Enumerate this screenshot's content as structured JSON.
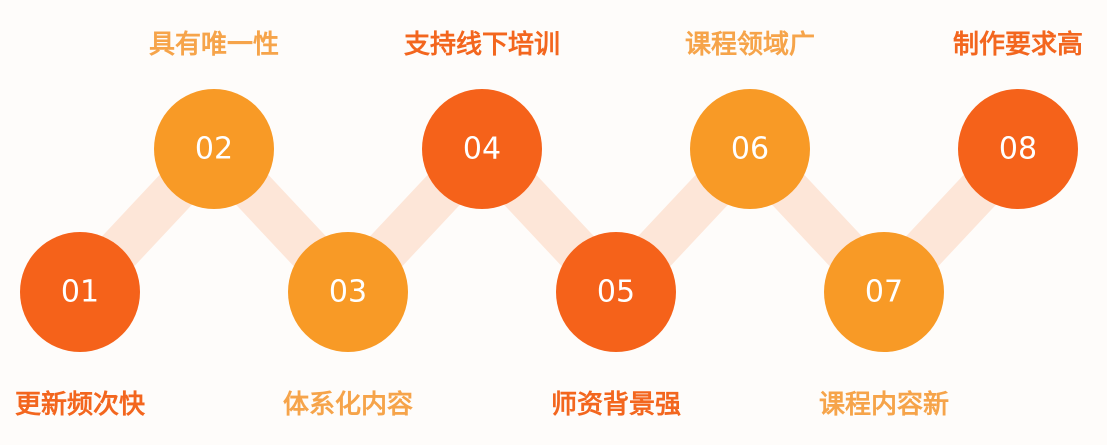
{
  "colors": {
    "dark": "#f5621a",
    "light": "#f89a26",
    "connector": "#fde6d8",
    "label_dark": "#f3661e",
    "label_light": "#f6a44a"
  },
  "steps": [
    {
      "number": "01",
      "label": "更新频次快",
      "tone": "dark",
      "row": "bottom"
    },
    {
      "number": "02",
      "label": "具有唯一性",
      "tone": "light",
      "row": "top"
    },
    {
      "number": "03",
      "label": "体系化内容",
      "tone": "light",
      "row": "bottom"
    },
    {
      "number": "04",
      "label": "支持线下培训",
      "tone": "dark",
      "row": "top"
    },
    {
      "number": "05",
      "label": "师资背景强",
      "tone": "dark",
      "row": "bottom"
    },
    {
      "number": "06",
      "label": "课程领域广",
      "tone": "light",
      "row": "top"
    },
    {
      "number": "07",
      "label": "课程内容新",
      "tone": "light",
      "row": "bottom"
    },
    {
      "number": "08",
      "label": "制作要求高",
      "tone": "dark",
      "row": "top"
    }
  ]
}
